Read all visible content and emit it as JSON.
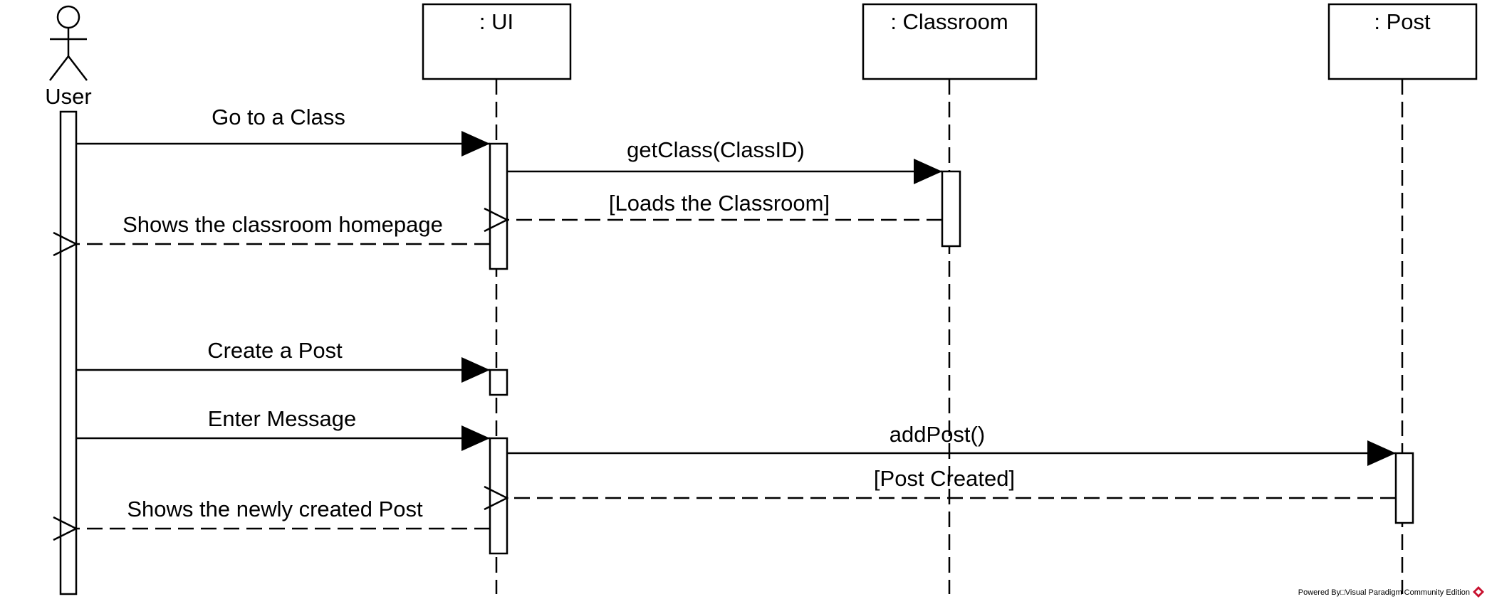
{
  "actor": {
    "name": "User"
  },
  "participants": [
    {
      "id": "ui",
      "name": ": UI"
    },
    {
      "id": "classroom",
      "name": ": Classroom"
    },
    {
      "id": "post",
      "name": ": Post"
    }
  ],
  "messages": [
    {
      "label": "Go to a Class",
      "from": "User",
      "to": ": UI",
      "kind": "call"
    },
    {
      "label": "getClass(ClassID)",
      "from": ": UI",
      "to": ": Classroom",
      "kind": "call"
    },
    {
      "label": "[Loads the Classroom]",
      "from": ": Classroom",
      "to": ": UI",
      "kind": "return"
    },
    {
      "label": "Shows the classroom homepage",
      "from": ": UI",
      "to": "User",
      "kind": "return"
    },
    {
      "label": "Create a Post",
      "from": "User",
      "to": ": UI",
      "kind": "call"
    },
    {
      "label": "Enter Message",
      "from": "User",
      "to": ": UI",
      "kind": "call"
    },
    {
      "label": "addPost()",
      "from": ": UI",
      "to": ": Post",
      "kind": "call"
    },
    {
      "label": "[Post Created]",
      "from": ": Post",
      "to": ": UI",
      "kind": "return"
    },
    {
      "label": "Shows the newly created Post",
      "from": ": UI",
      "to": "User",
      "kind": "return"
    }
  ],
  "footer": {
    "text": "Powered By□Visual Paradigm Community Edition"
  },
  "colors": {
    "line": "#000000",
    "background": "#ffffff",
    "logo": "#c8102e"
  }
}
